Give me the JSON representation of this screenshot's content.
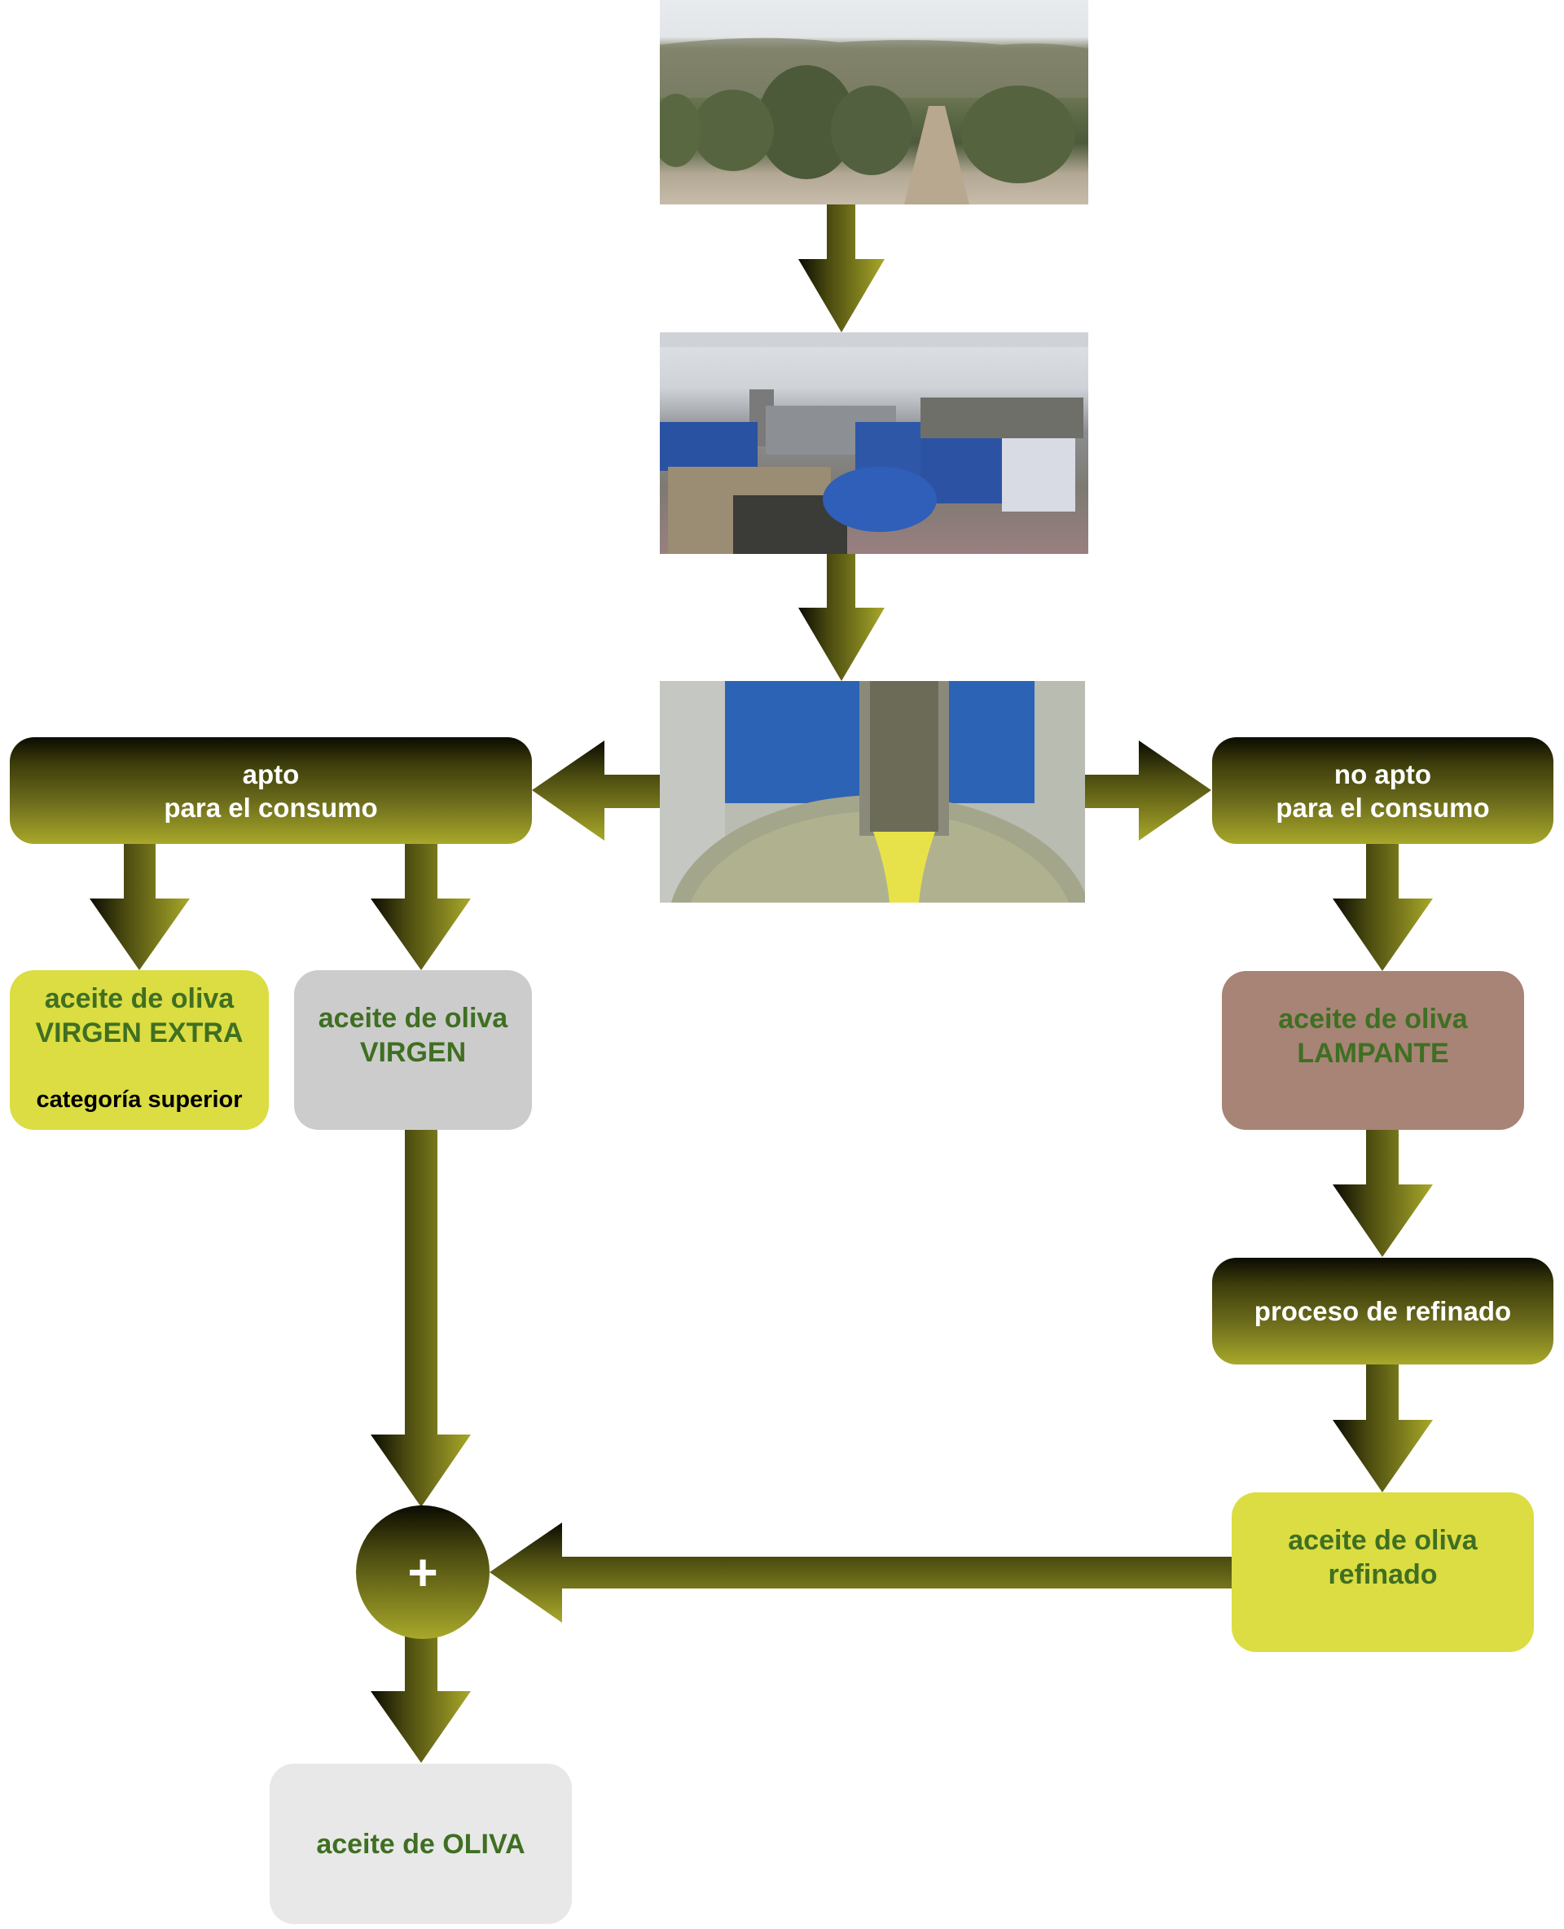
{
  "diagram": {
    "title": "",
    "photos": [
      {
        "name": "olive-grove-photo",
        "description": "olive grove"
      },
      {
        "name": "mill-machinery-photo",
        "description": "olive oil mill machinery"
      },
      {
        "name": "oil-extraction-photo",
        "description": "olive oil flowing from centrifuge"
      }
    ],
    "nodes": {
      "apto": {
        "line1": "apto",
        "line2": "para el consumo"
      },
      "no_apto": {
        "line1": "no apto",
        "line2": "para el consumo"
      },
      "virgen_extra": {
        "line1": "aceite de oliva",
        "line2": "VIRGEN EXTRA",
        "note": "categoría superior"
      },
      "virgen": {
        "line1": "aceite de oliva",
        "line2": "VIRGEN"
      },
      "lampante": {
        "line1": "aceite de oliva",
        "line2": "LAMPANTE"
      },
      "refinado_proc": {
        "label": "proceso de refinado"
      },
      "refinado": {
        "line1": "aceite de oliva",
        "line2": "refinado"
      },
      "mix": {
        "symbol": "+"
      },
      "oliva": {
        "label": "aceite de OLIVA"
      }
    },
    "colors": {
      "arrow_dark": "#0b0b02",
      "arrow_light": "#a8a82a",
      "box_yellow": "#dbdd42",
      "box_gray": "#cccccc",
      "box_lampante": "#a78476",
      "box_final": "#e8e8e8",
      "text_green": "#3f6f22"
    }
  }
}
